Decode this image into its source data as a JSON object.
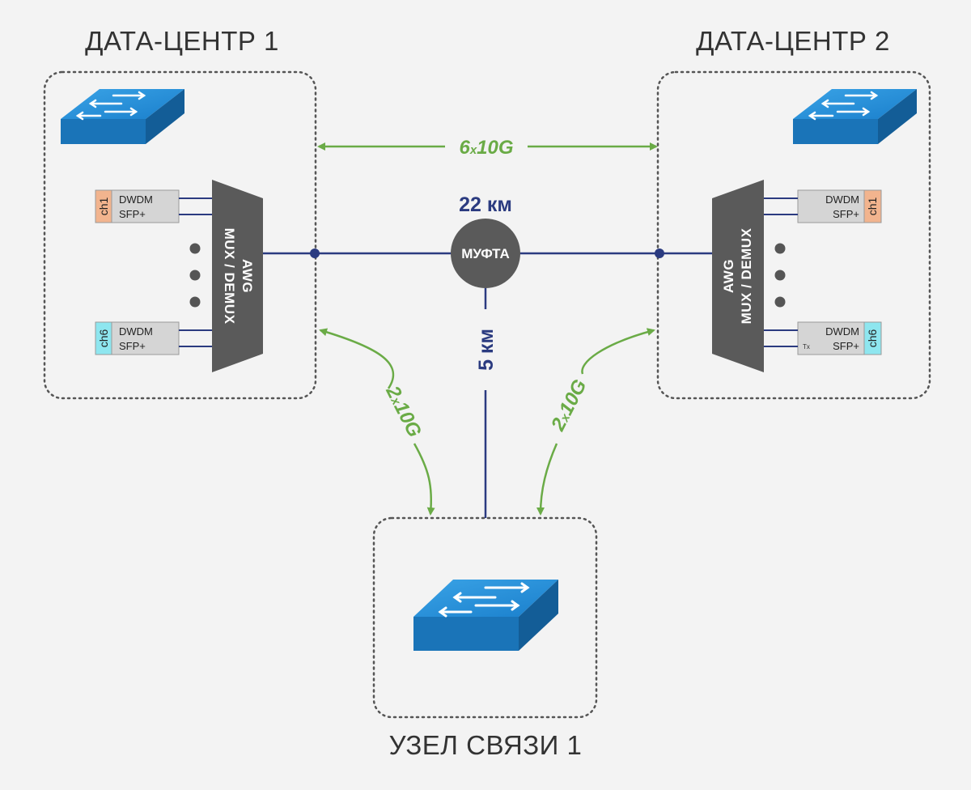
{
  "titles": {
    "dc1": "ДАТА-ЦЕНТР 1",
    "dc2": "ДАТА-ЦЕНТР 2",
    "node": "УЗЕЛ СВЯЗИ 1"
  },
  "links": {
    "dc_dc": {
      "count": "6",
      "times": "x",
      "speed": "10G"
    },
    "dc1_node": {
      "count": "2",
      "times": "x",
      "speed": "10G"
    },
    "dc2_node": {
      "count": "2",
      "times": "x",
      "speed": "10G"
    }
  },
  "distances": {
    "main": "22 км",
    "branch": "5 км"
  },
  "splice": {
    "label": "МУФТА"
  },
  "mux": {
    "line1": "AWG",
    "line2": "MUX / DEMUX"
  },
  "transceivers": {
    "type": "DWDM",
    "form": "SFP+",
    "first_channel": "ch1",
    "last_channel": "ch6",
    "tx_label": "Tx"
  },
  "colors": {
    "green": "#6aab46",
    "navy": "#2b3b80",
    "gray": "#5a5a5a",
    "switch_blue": "#1e7fc4",
    "ch1": "#f2b48e",
    "ch6": "#8ee6ef"
  }
}
